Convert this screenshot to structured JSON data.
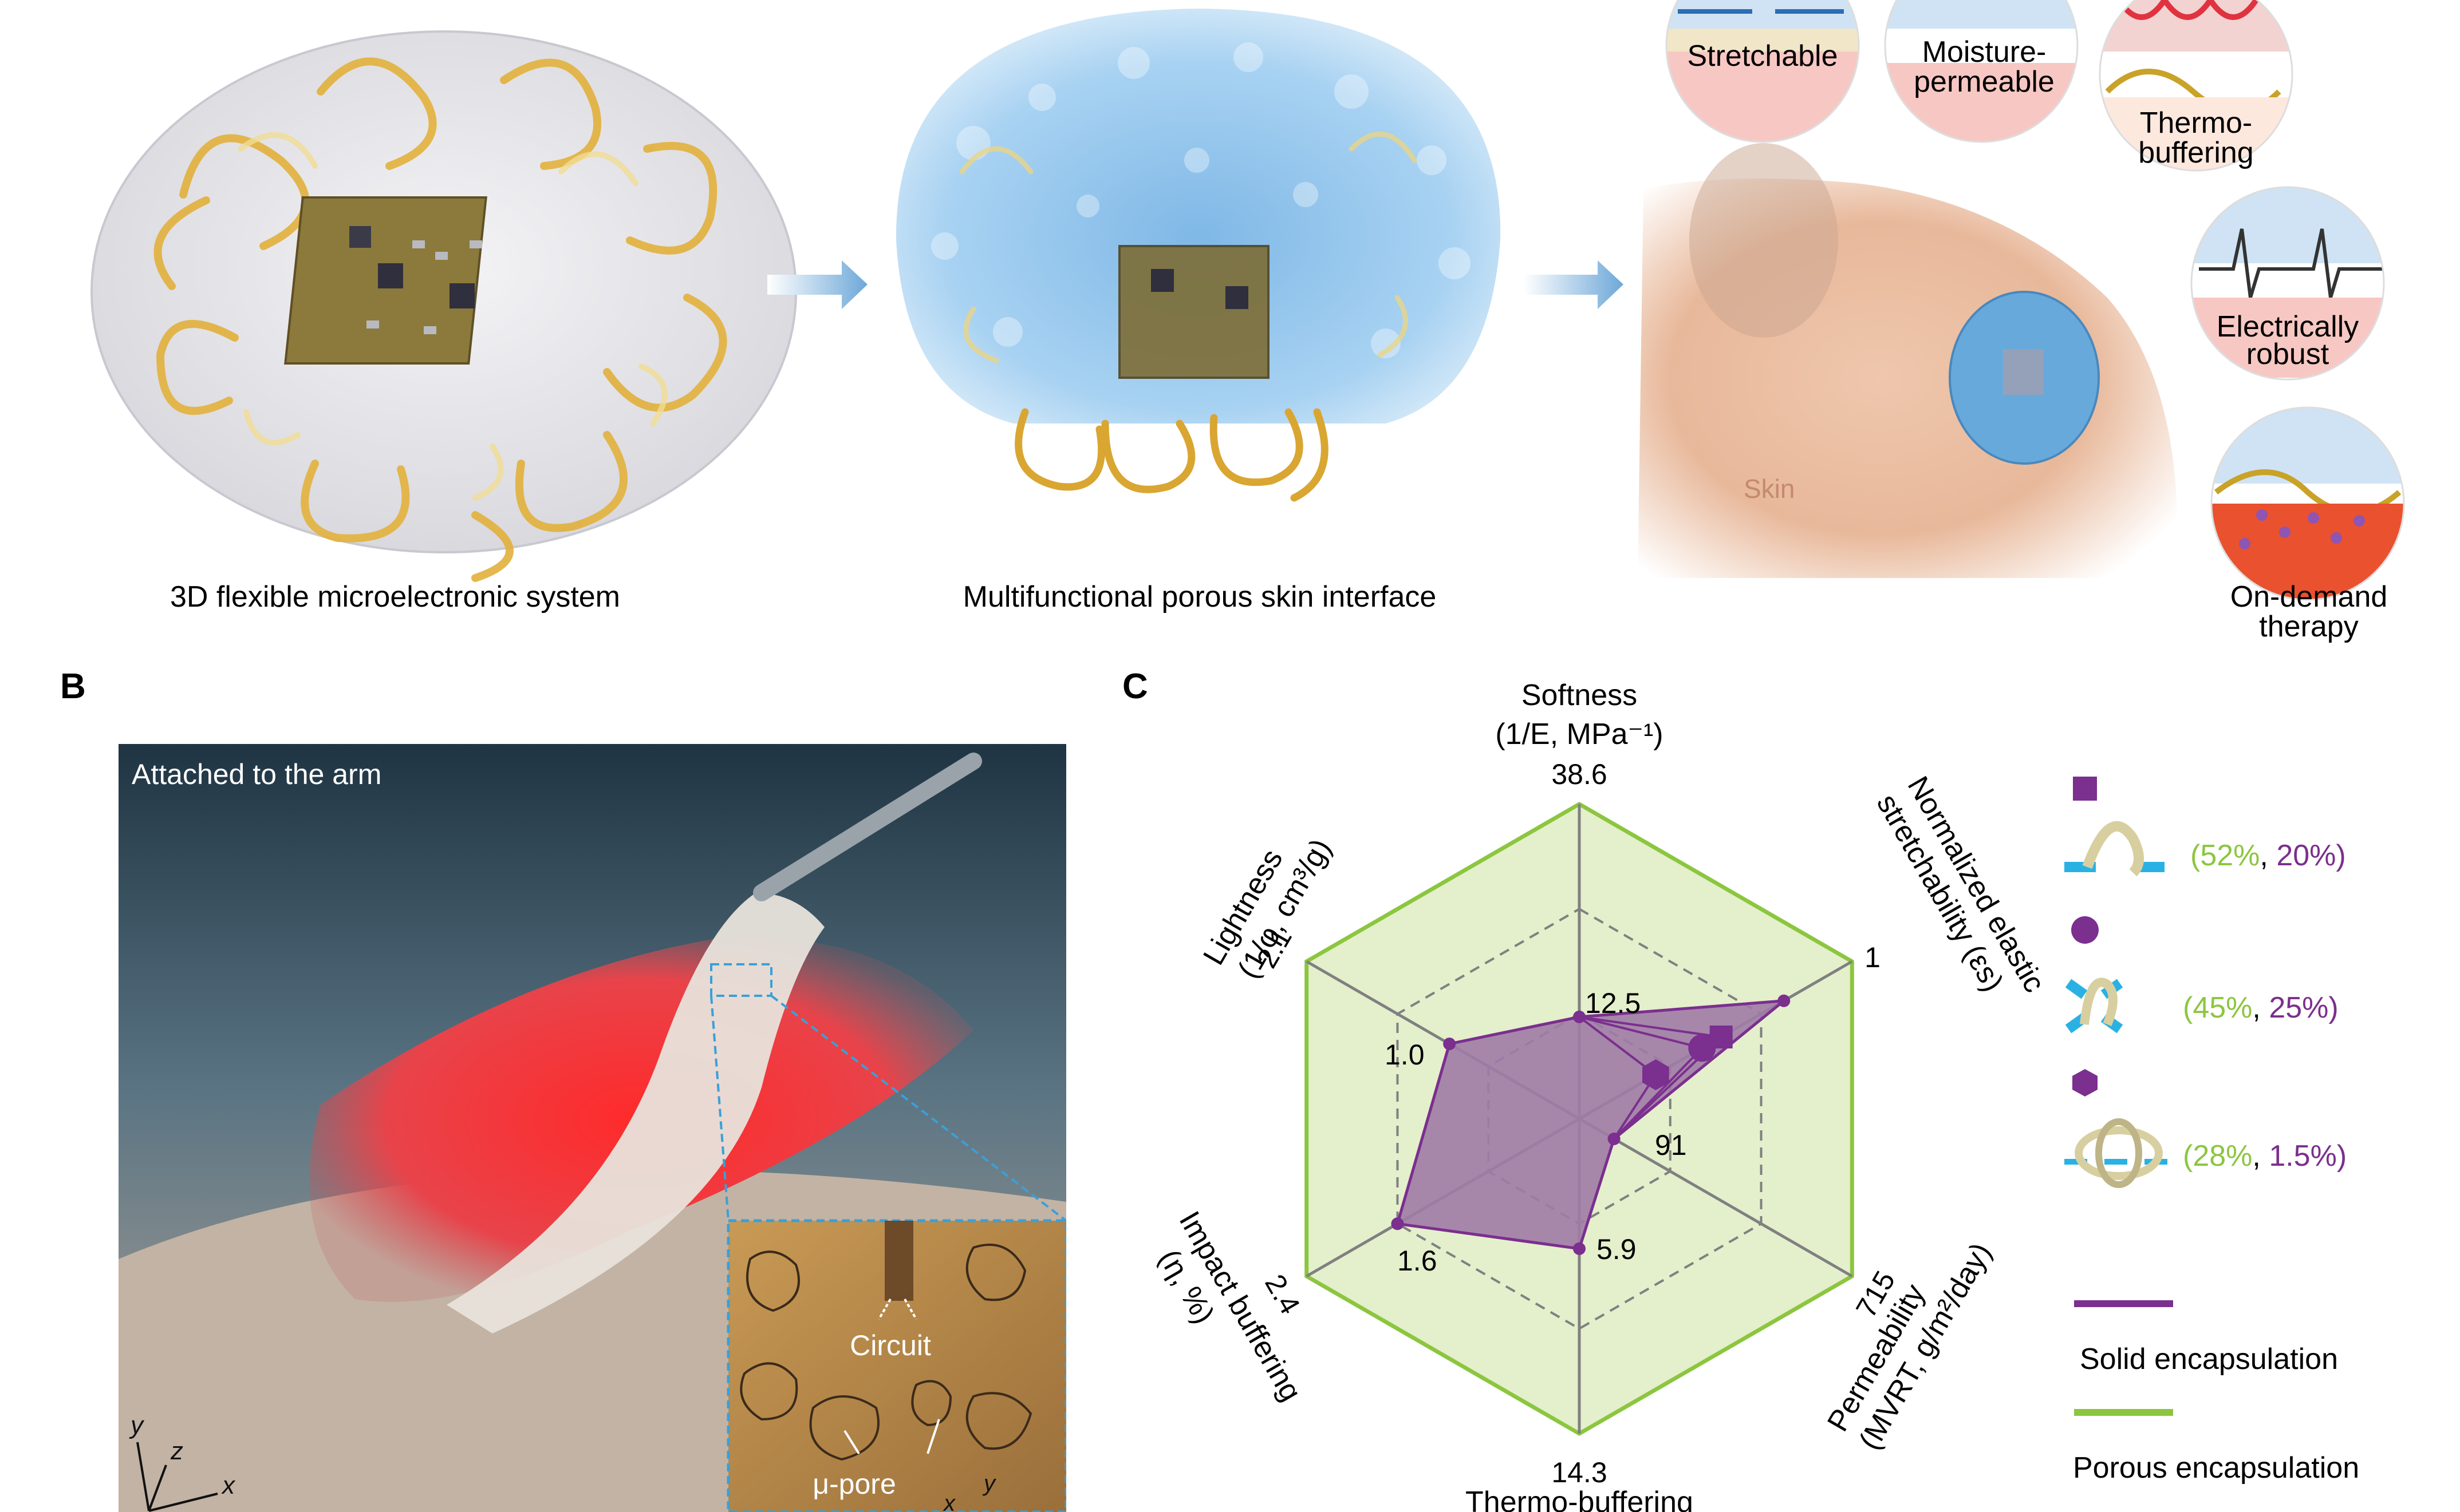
{
  "panel_a": {
    "caption_left": "3D flexible microelectronic system",
    "caption_mid": "Multifunctional porous skin interface",
    "skin_label": "Skin",
    "functions": {
      "stretchable": "Stretchable",
      "moisture_1": "Moisture-",
      "moisture_2": "permeable",
      "thermo_1": "Thermo-",
      "thermo_2": "buffering",
      "electric_1": "Electrically",
      "electric_2": "robust",
      "ondemand_1": "On-demand",
      "ondemand_2": "therapy"
    }
  },
  "panel_b": {
    "letter": "B",
    "photo_label": "Attached to the arm",
    "inset_circuit": "Circuit",
    "inset_pore": "μ-pore",
    "axis_x": "x",
    "axis_y": "y",
    "axis_z": "z"
  },
  "panel_c": {
    "letter": "C",
    "axes": {
      "softness_1": "Softness",
      "softness_2": "(1/E, MPa⁻¹)",
      "norm_1": "Normalized elastic",
      "norm_2": "stretchability (εs)",
      "perm_1": "Permeability",
      "perm_2": "(MVRT, g/m²/day)",
      "thermo": "Thermo-buffering",
      "impact_1": "Impact buffering",
      "impact_2": "(η, %)",
      "light_1": "Lightness",
      "light_2": "(1/φ, cm³/g)"
    },
    "max_labels": {
      "softness": "38.6",
      "norm": "1",
      "perm": "715",
      "thermo": "14.3",
      "impact": "2.4",
      "light": "2.1"
    },
    "value_labels": {
      "softness": "12.5",
      "perm": "91",
      "thermo": "5.9",
      "impact": "1.6",
      "light": "1.0"
    },
    "legend": {
      "square_pct_green": "(52%",
      "square_pct_purple": "20%)",
      "circle_pct_green": "(45%",
      "circle_pct_purple": "25%)",
      "hex_pct_green": "(28%",
      "hex_pct_purple": "1.5%)",
      "sep": ", ",
      "solid": "Solid encapsulation",
      "porous": "Porous encapsulation"
    },
    "colors": {
      "green": "#8cc63f",
      "purple": "#7b2f8e",
      "green_fill": "#e4efcc",
      "purple_fill": "#9f7ba6"
    }
  },
  "chart_data": {
    "type": "radar",
    "axes": [
      "Softness",
      "Normalized elastic stretchability",
      "Permeability",
      "Thermo-buffering",
      "Impact buffering",
      "Lightness"
    ],
    "axis_max": [
      38.6,
      1,
      715,
      14.3,
      2.4,
      2.1
    ],
    "series": [
      {
        "name": "Solid encapsulation",
        "values": [
          12.5,
          0.75,
          91,
          5.9,
          1.6,
          1.0
        ]
      },
      {
        "name": "Porous encapsulation",
        "values": [
          38.6,
          1,
          715,
          14.3,
          2.4,
          2.1
        ]
      }
    ],
    "markers": [
      {
        "shape": "square",
        "stretchability": 0.52,
        "strain": 0.2
      },
      {
        "shape": "circle",
        "stretchability": 0.45,
        "strain": 0.25
      },
      {
        "shape": "hexagon",
        "stretchability": 0.28,
        "strain": 0.015
      }
    ]
  }
}
